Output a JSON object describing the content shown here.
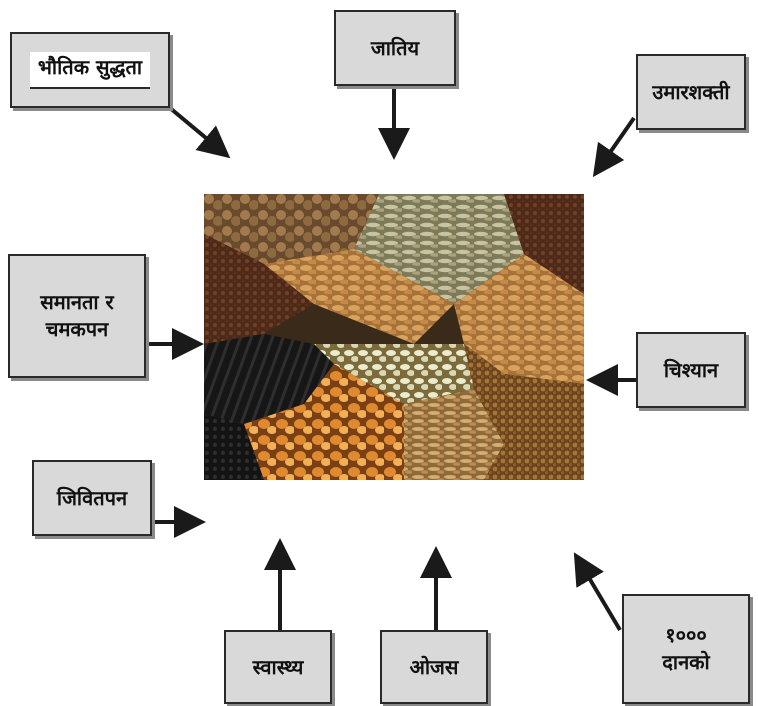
{
  "labels": {
    "physical_purity": "भौतिक सुद्धता",
    "varietal": "जातिय",
    "age": "उमारशक्ती",
    "uniformity": "समानता र\nचमकपन",
    "identification": "चिश्यान",
    "viability": "जिवितपन",
    "health": "स्वास्थ्य",
    "vigor": "ओजस",
    "thousand_grain": "१००० \nदानको"
  },
  "colors": {
    "box_fill": "#d9d9d9",
    "box_border": "#2a2a2a",
    "arrow": "#1a1a1a"
  },
  "image": {
    "description_icon": "grain-collage-image"
  }
}
